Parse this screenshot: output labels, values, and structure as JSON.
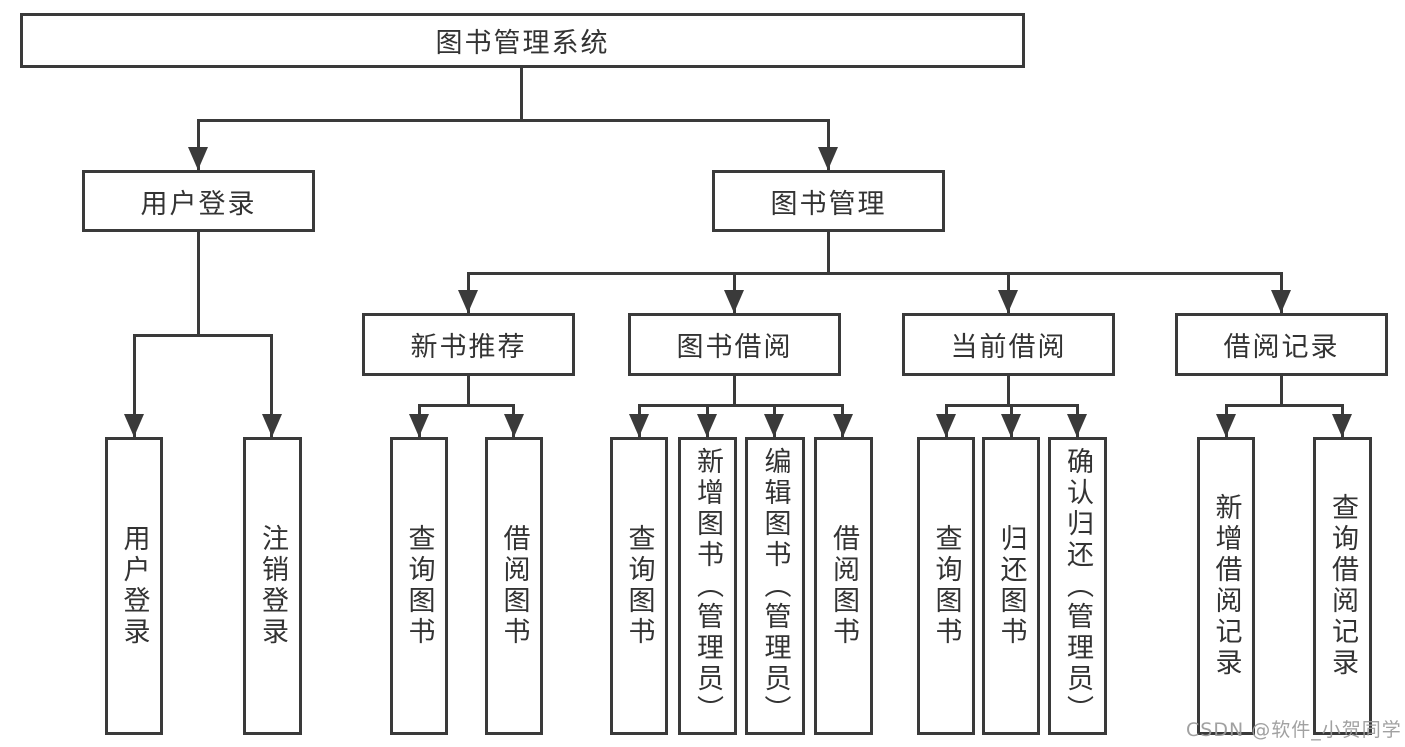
{
  "nodes": {
    "root": "图书管理系统",
    "level2": {
      "user_login": "用户登录",
      "book_management": "图书管理"
    },
    "level3": {
      "new_book": "新书推荐",
      "borrow": "图书借阅",
      "current": "当前借阅",
      "records": "借阅记录"
    },
    "leaves": {
      "user": [
        "用户登录",
        "注销登录"
      ],
      "new_book": [
        "查询图书",
        "借阅图书"
      ],
      "borrow": [
        "查询图书",
        "新增图书（管理员）",
        "编辑图书（管理员）",
        "借阅图书"
      ],
      "current": [
        "查询图书",
        "归还图书",
        "确认归还（管理员）"
      ],
      "records": [
        "新增借阅记录",
        "查询借阅记录"
      ]
    }
  },
  "watermark": {
    "text": "CSDN @软件_小贺同学"
  },
  "colors": {
    "line": "#3a3a3a",
    "text": "#333333",
    "watermark": "#9c9c9c",
    "background": "#ffffff"
  }
}
